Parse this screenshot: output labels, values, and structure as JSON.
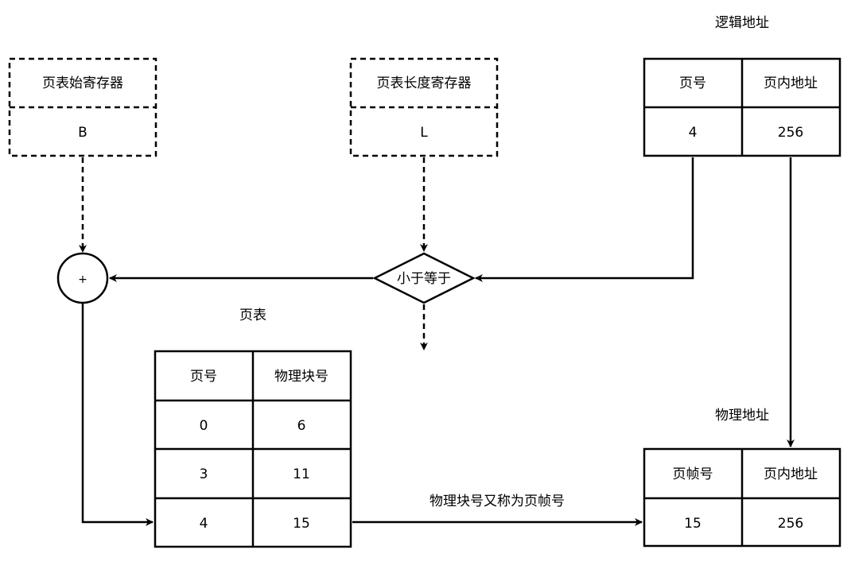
{
  "registers": {
    "base": {
      "name": "页表始寄存器",
      "value": "B"
    },
    "length": {
      "name": "页表长度寄存器",
      "value": "L"
    }
  },
  "logical_address": {
    "title": "逻辑地址",
    "headers": [
      "页号",
      "页内地址"
    ],
    "values": [
      "4",
      "256"
    ]
  },
  "adder": {
    "symbol": "+"
  },
  "comparator": {
    "label": "小于等于"
  },
  "page_table": {
    "title": "页表",
    "headers": [
      "页号",
      "物理块号"
    ],
    "rows": [
      [
        "0",
        "6"
      ],
      [
        "3",
        "11"
      ],
      [
        "4",
        "15"
      ]
    ]
  },
  "physical_address": {
    "title": "物理地址",
    "headers": [
      "页帧号",
      "页内地址"
    ],
    "values": [
      "15",
      "256"
    ]
  },
  "edge_labels": {
    "block_to_frame": "物理块号又称为页帧号"
  }
}
